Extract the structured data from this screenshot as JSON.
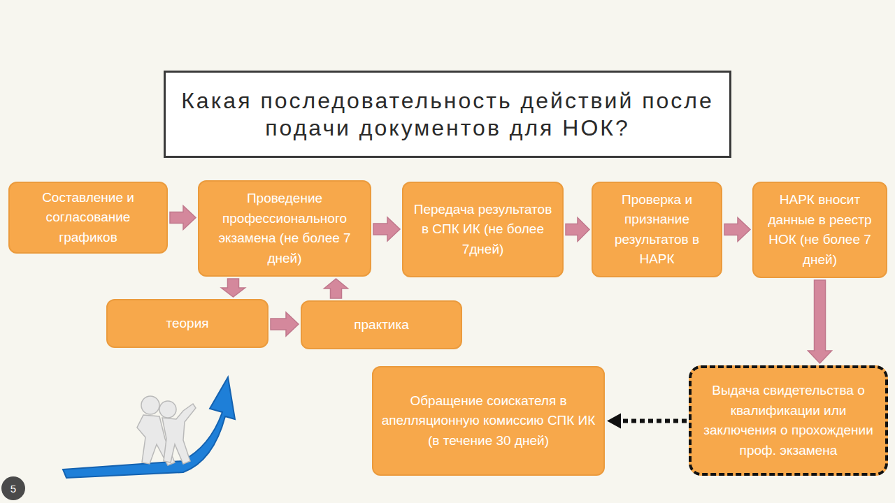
{
  "diagram": {
    "title": "Какая последовательность действий после подачи документов для НОК?",
    "nodes": [
      {
        "text": [
          "Составление и согласование графиков"
        ]
      },
      {
        "text": [
          "Проведение профессионального экзамена (не более 7 дней)"
        ]
      },
      {
        "text": [
          "теория"
        ]
      },
      {
        "text": [
          "практика"
        ]
      },
      {
        "text": [
          "Передача результатов в СПК ИК (не более 7дней)"
        ]
      },
      {
        "text": [
          "Проверка и признание результатов в НАРК"
        ]
      },
      {
        "text": [
          "НАРК вносит данные в реестр НОК (не более 7 дней)"
        ]
      },
      {
        "text": [
          "Выдача свидетельства о квалификации или заключения о прохождении проф. экзамена"
        ]
      },
      {
        "text": [
          "Обращение соискателя в апелляционную комиссию СПК ИК (в течение 30 дней)"
        ]
      }
    ],
    "edges": [
      {
        "from": 0,
        "to": 1,
        "arrow": "to"
      },
      {
        "from": 1,
        "to": 2,
        "arrow": "to"
      },
      {
        "from": 2,
        "to": 3,
        "arrow": "to"
      },
      {
        "from": 3,
        "to": 1,
        "arrow": "to"
      },
      {
        "from": 1,
        "to": 4,
        "arrow": "to"
      },
      {
        "from": 4,
        "to": 5,
        "arrow": "to"
      },
      {
        "from": 5,
        "to": 6,
        "arrow": "to"
      },
      {
        "from": 6,
        "to": 7,
        "arrow": "to"
      },
      {
        "from": 7,
        "to": 8,
        "arrow": "to"
      }
    ],
    "labels": [
      "5"
    ]
  }
}
